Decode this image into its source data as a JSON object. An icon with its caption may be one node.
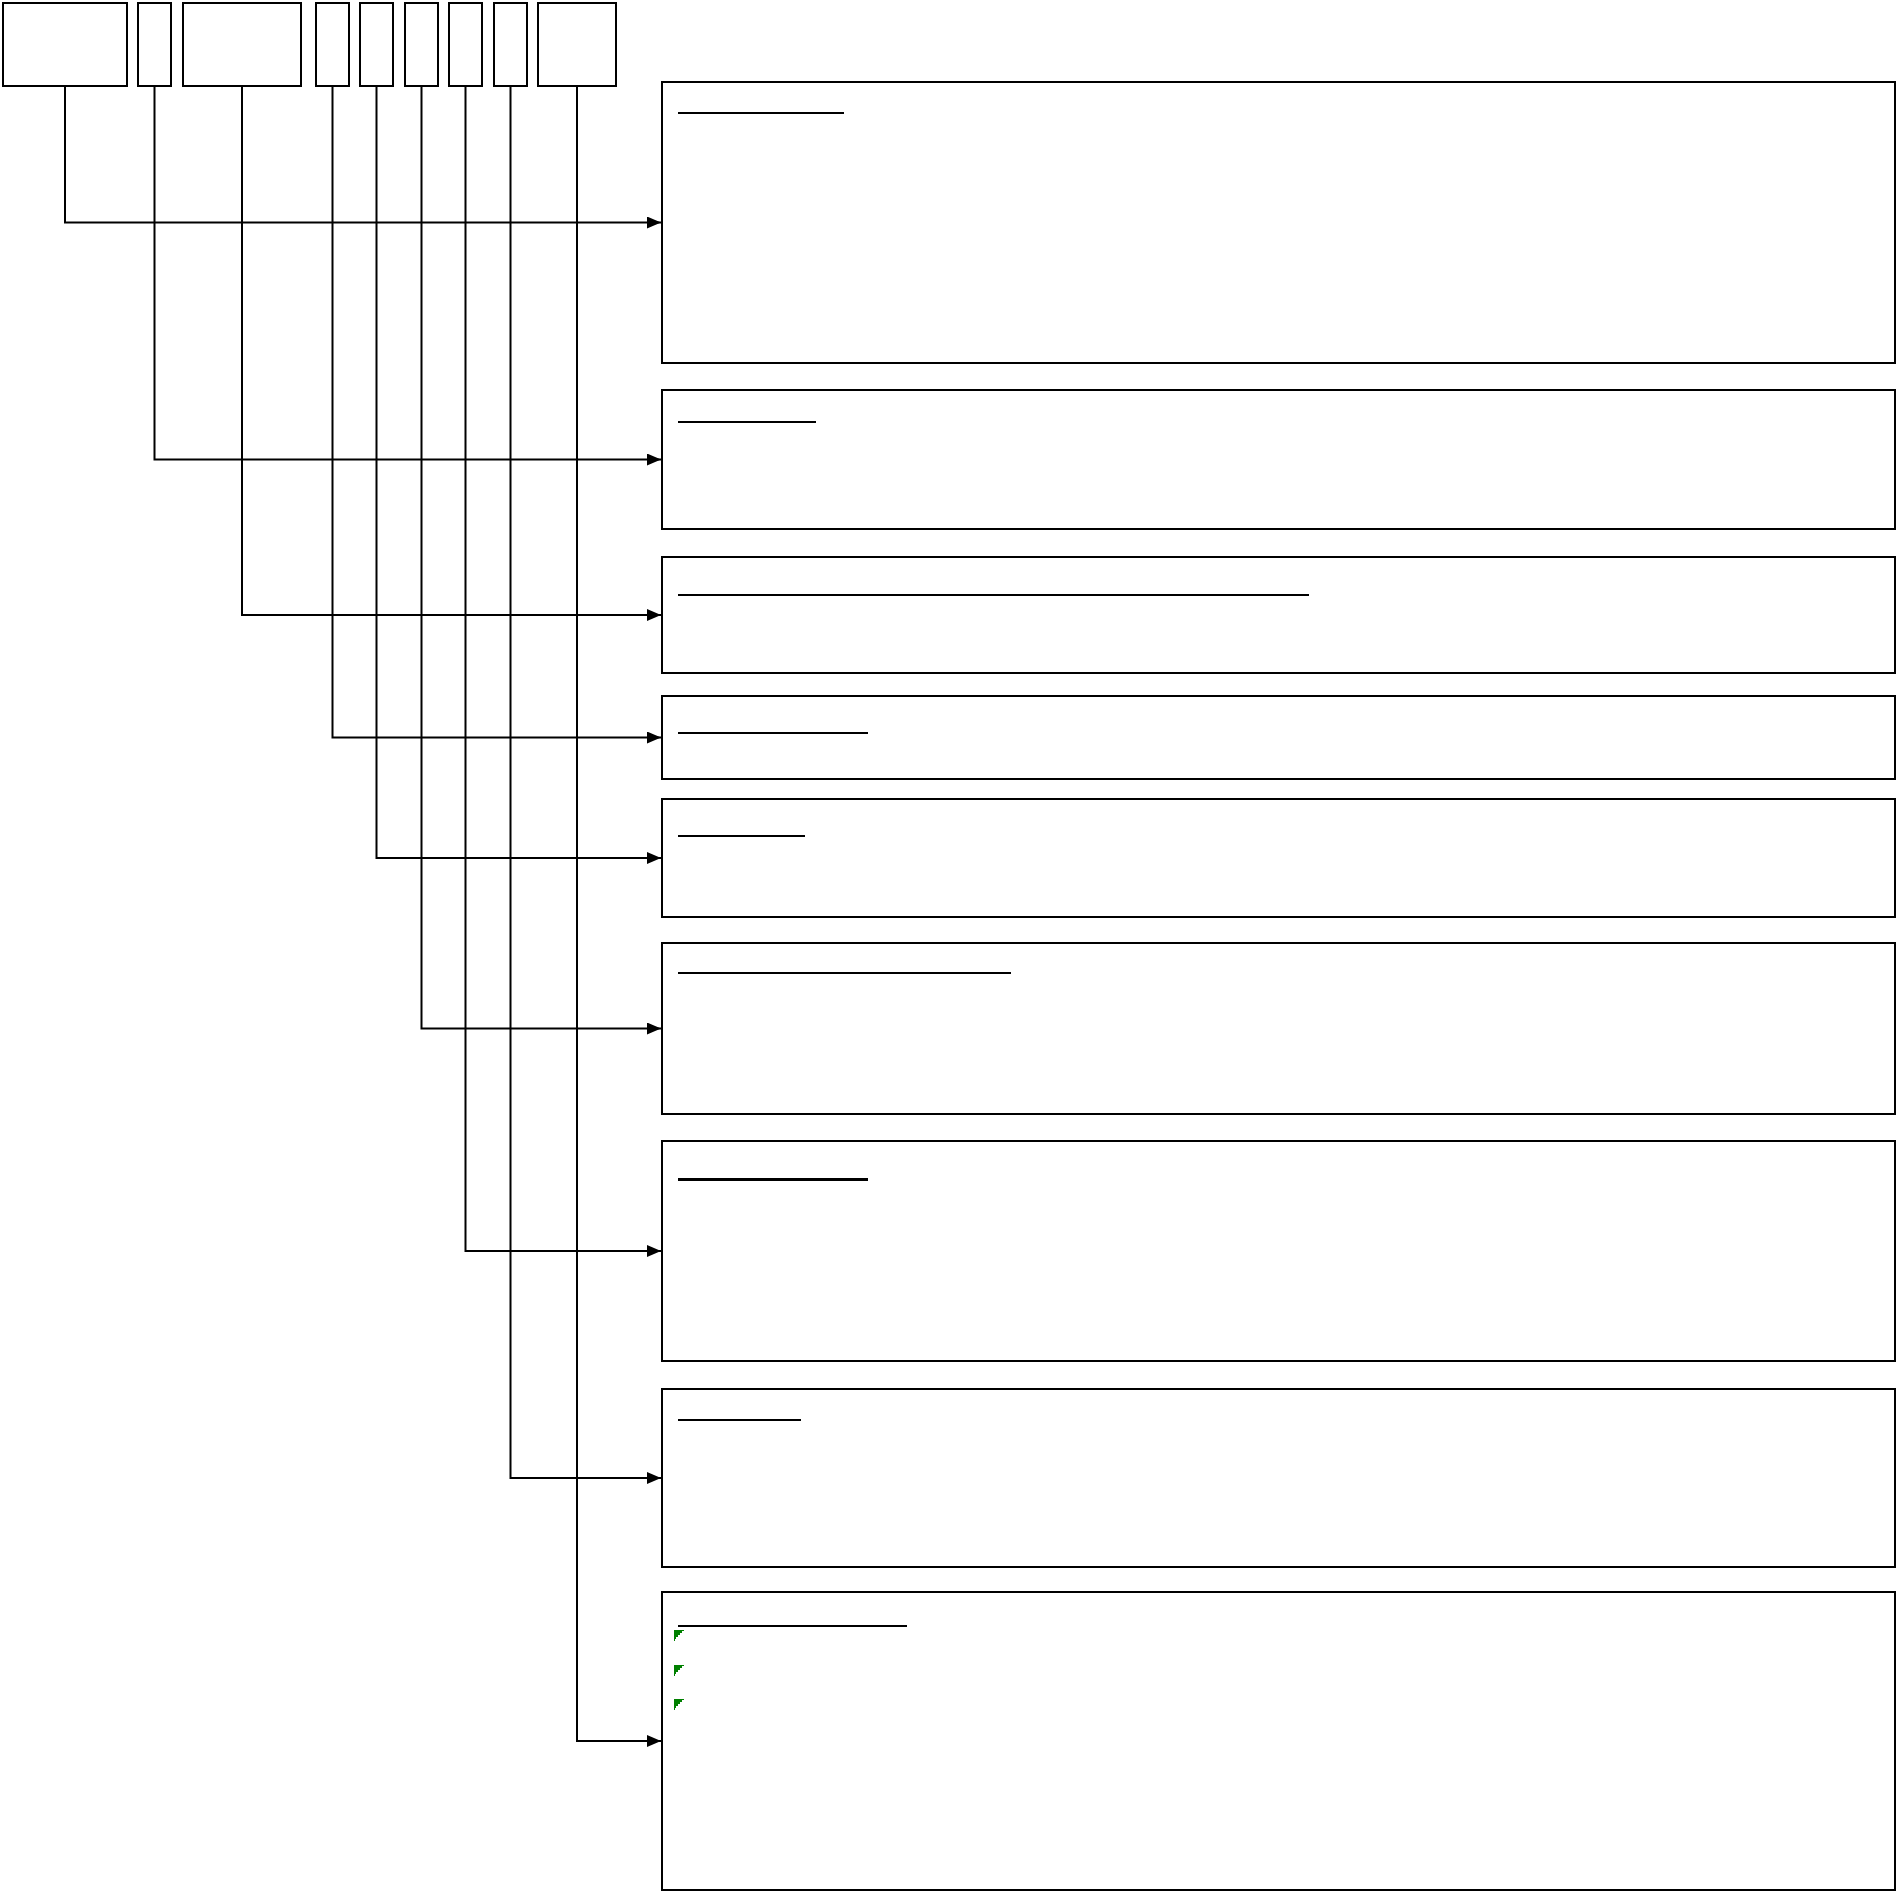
{
  "diagram": {
    "nodes": [
      {
        "text": [],
        "shape": "box"
      },
      {
        "text": [],
        "shape": "box"
      },
      {
        "text": [],
        "shape": "box"
      },
      {
        "text": [],
        "shape": "box"
      },
      {
        "text": [],
        "shape": "box"
      },
      {
        "text": [],
        "shape": "box"
      },
      {
        "text": [],
        "shape": "box"
      },
      {
        "text": [],
        "shape": "box"
      },
      {
        "text": [],
        "shape": "box"
      },
      {
        "text": [],
        "shape": "box"
      },
      {
        "text": [],
        "shape": "box"
      },
      {
        "text": [],
        "shape": "box"
      },
      {
        "text": [],
        "shape": "box"
      },
      {
        "text": [],
        "shape": "box"
      },
      {
        "text": [],
        "shape": "box"
      },
      {
        "text": [],
        "shape": "box"
      },
      {
        "text": [],
        "shape": "box"
      },
      {
        "text": [],
        "shape": "box"
      }
    ],
    "edges": [
      {
        "from": 0,
        "to": 9,
        "arrow": "to"
      },
      {
        "from": 1,
        "to": 10,
        "arrow": "to"
      },
      {
        "from": 2,
        "to": 11,
        "arrow": "to"
      },
      {
        "from": 3,
        "to": 12,
        "arrow": "to"
      },
      {
        "from": 4,
        "to": 13,
        "arrow": "to"
      },
      {
        "from": 5,
        "to": 14,
        "arrow": "to"
      },
      {
        "from": 6,
        "to": 15,
        "arrow": "to"
      },
      {
        "from": 7,
        "to": 16,
        "arrow": "to"
      },
      {
        "from": 8,
        "to": 17,
        "arrow": "to"
      }
    ]
  }
}
